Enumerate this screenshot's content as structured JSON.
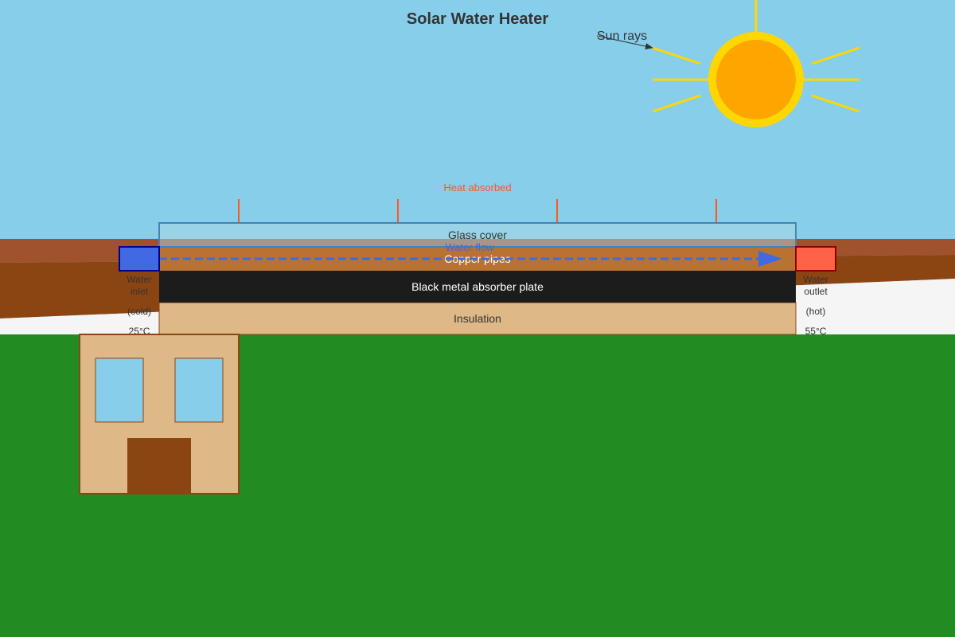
{
  "title": "Solar Water Heater",
  "sun_label": "Sun rays",
  "heat_label": "Heat absorbed",
  "layers": {
    "glass": "Glass cover",
    "pipes": "Copper pipes",
    "absorber": "Black metal absorber plate",
    "insulation": "Insulation"
  },
  "flow_label": "Water flow",
  "inlet": {
    "line1": "Water",
    "line2": "inlet",
    "state": "(cold)",
    "temp": "25°C"
  },
  "outlet": {
    "line1": "Water",
    "line2": "outlet",
    "state": "(hot)",
    "temp": "55°C"
  },
  "colors": {
    "sky": "#87CEEB",
    "ground": "#228B22",
    "roof": "#A0522D",
    "sun_core": "#FFA500",
    "sun_ring": "#FFD700",
    "heat": "#FF5722",
    "flow": "#4169E1",
    "inlet": "#4169E1",
    "outlet": "#FF6347",
    "absorber": "#1C1C1C",
    "insulation": "#DEB887",
    "pipes": "#B87333"
  }
}
